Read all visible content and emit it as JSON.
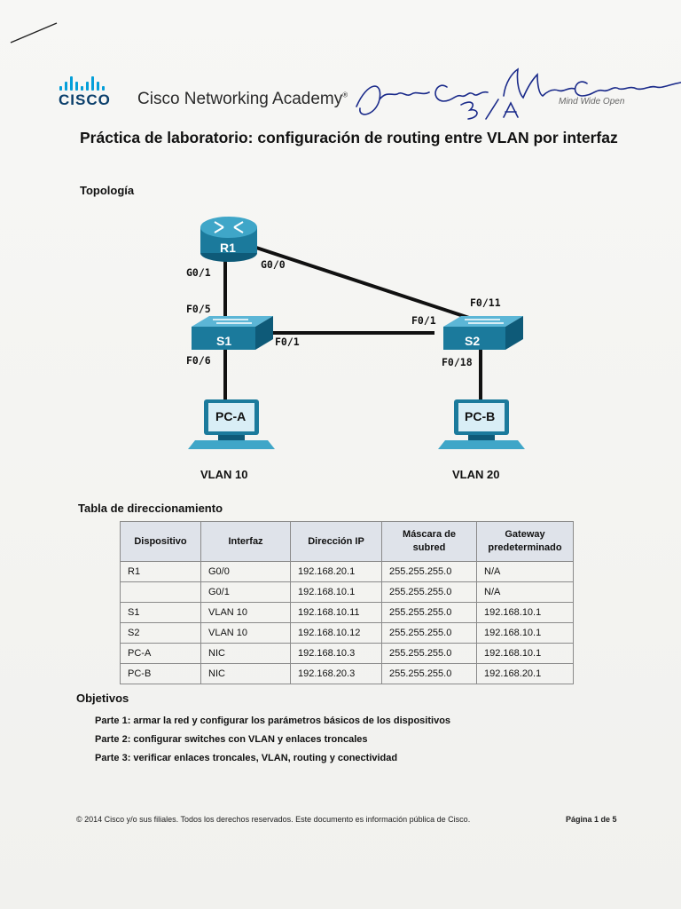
{
  "header": {
    "brand_word": "CISCO",
    "academy": "Cisco Networking Academy",
    "tagline": "Mind Wide Open"
  },
  "title": "Práctica de laboratorio: configuración de routing entre VLAN por interfaz",
  "sections": {
    "topology": "Topología",
    "addressing": "Tabla de direccionamiento",
    "objectives": "Objetivos"
  },
  "topology": {
    "router": "R1",
    "switch1": "S1",
    "switch2": "S2",
    "pc_a": "PC-A",
    "pc_b": "PC-B",
    "ports": {
      "r1_g01": "G0/1",
      "r1_g00": "G0/0",
      "s1_f05": "F0/5",
      "s1_f01": "F0/1",
      "s1_f06": "F0/6",
      "s2_f01": "F0/1",
      "s2_f011": "F0/11",
      "s2_f018": "F0/18"
    },
    "vlan_a": "VLAN 10",
    "vlan_b": "VLAN 20"
  },
  "table": {
    "headers": [
      "Dispositivo",
      "Interfaz",
      "Dirección IP",
      "Máscara de subred",
      "Gateway predeterminado"
    ],
    "rows": [
      [
        "R1",
        "G0/0",
        "192.168.20.1",
        "255.255.255.0",
        "N/A"
      ],
      [
        "",
        "G0/1",
        "192.168.10.1",
        "255.255.255.0",
        "N/A"
      ],
      [
        "S1",
        "VLAN 10",
        "192.168.10.11",
        "255.255.255.0",
        "192.168.10.1"
      ],
      [
        "S2",
        "VLAN 10",
        "192.168.10.12",
        "255.255.255.0",
        "192.168.10.1"
      ],
      [
        "PC-A",
        "NIC",
        "192.168.10.3",
        "255.255.255.0",
        "192.168.10.1"
      ],
      [
        "PC-B",
        "NIC",
        "192.168.20.3",
        "255.255.255.0",
        "192.168.20.1"
      ]
    ]
  },
  "objectives": [
    "Parte 1: armar la red y configurar los parámetros básicos de los dispositivos",
    "Parte 2: configurar switches con VLAN y enlaces troncales",
    "Parte 3: verificar enlaces troncales, VLAN, routing y conectividad"
  ],
  "footer": {
    "copyright": "© 2014 Cisco y/o sus filiales. Todos los derechos reservados. Este documento es información pública de Cisco.",
    "page": "Página 1 de 5"
  },
  "colors": {
    "cisco_blue": "#049fd9",
    "cisco_navy": "#0b3f6b",
    "device_teal": "#1b7a9c",
    "signature_ink": "#1a2a8a",
    "table_header_bg": "#dfe3ea"
  }
}
